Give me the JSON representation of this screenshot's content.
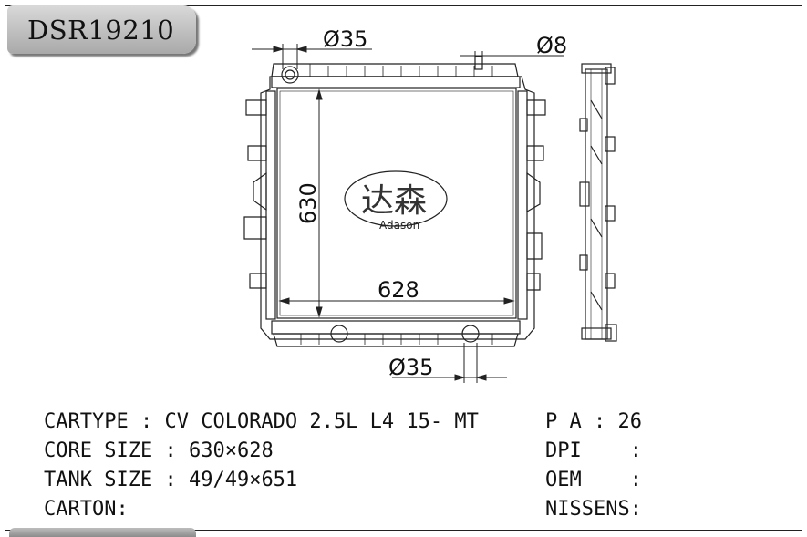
{
  "model_code": "DSR19210",
  "logo": {
    "chinese": "达森",
    "brand": "Adason"
  },
  "dimensions": {
    "inlet_diameter": "Ø35",
    "drain_diameter": "Ø8",
    "core_height": "630",
    "core_width": "628",
    "outlet_diameter": "Ø35"
  },
  "specs": {
    "cartype_label": "CARTYPE",
    "cartype_value": "CV COLORADO 2.5L L4 15- MT",
    "core_size_label": "CORE SIZE",
    "core_size_value": "630×628",
    "tank_size_label": "TANK SIZE",
    "tank_size_value": "49/49×651",
    "carton_label": "CARTON:",
    "pa_label": "P A",
    "pa_value": "26",
    "dpi_label": "DPI",
    "oem_label": "OEM",
    "nissens_label": "NISSENS:"
  }
}
